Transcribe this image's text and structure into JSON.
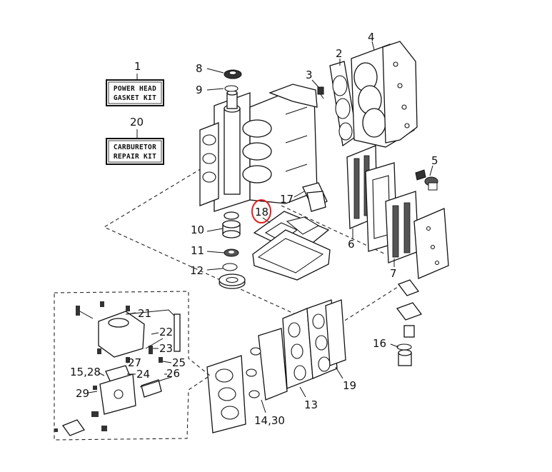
{
  "kits": [
    {
      "number": "1",
      "line1": "POWER HEAD",
      "line2": "GASKET KIT"
    },
    {
      "number": "20",
      "line1": "CARBURETOR",
      "line2": "REPAIR KIT"
    }
  ],
  "callouts": {
    "c2": "2",
    "c3": "3",
    "c4": "4",
    "c5": "5",
    "c6": "6",
    "c7": "7",
    "c8": "8",
    "c9": "9",
    "c10": "10",
    "c11": "11",
    "c12": "12",
    "c13": "13",
    "c14_30": "14,30",
    "c15_28": "15,28",
    "c16": "16",
    "c17": "17",
    "c18": "18",
    "c19": "19",
    "c21": "21",
    "c22": "22",
    "c23": "23",
    "c24": "24",
    "c25": "25",
    "c26": "26",
    "c27": "27",
    "c29": "29"
  },
  "highlight": {
    "part": "18",
    "color": "#e02020"
  }
}
